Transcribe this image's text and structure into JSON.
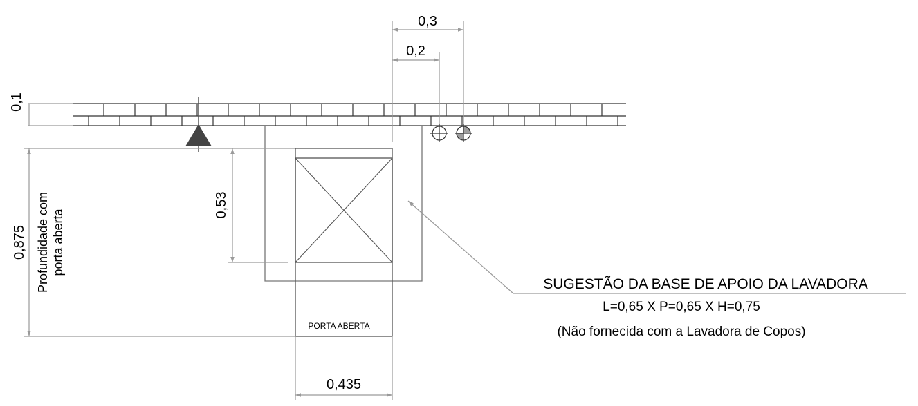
{
  "dimensions": {
    "top_width": "0,3",
    "pipe_offset": "0,2",
    "wall_thickness": "0,1",
    "machine_depth": "0,53",
    "total_depth": "0,875",
    "door_width": "0,435"
  },
  "labels": {
    "depth_line1": "Profundidade com",
    "depth_line2": "porta aberta",
    "door": "PORTA ABERTA"
  },
  "note": {
    "title": "SUGESTÃO DA BASE DE APOIO DA LAVADORA",
    "size": "L=0,65 X P=0,65 X H=0,75",
    "disclaimer": "(Não fornecida com a Lavadora de Copos)"
  },
  "colors": {
    "wall": "#333333",
    "dimension_line": "#9a9a9a",
    "marker_fill": "#444444",
    "pipe_hot_fill": "#9e9e9e"
  }
}
